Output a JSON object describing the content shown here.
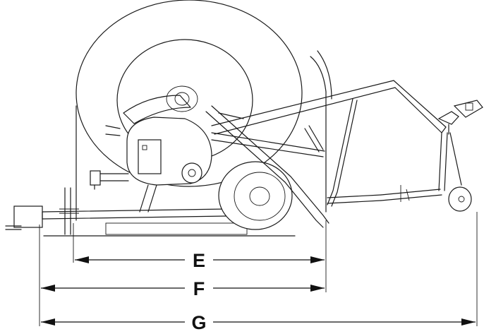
{
  "dimensions": [
    {
      "id": "E",
      "label": "E"
    },
    {
      "id": "F",
      "label": "F"
    },
    {
      "id": "G",
      "label": "G"
    }
  ]
}
